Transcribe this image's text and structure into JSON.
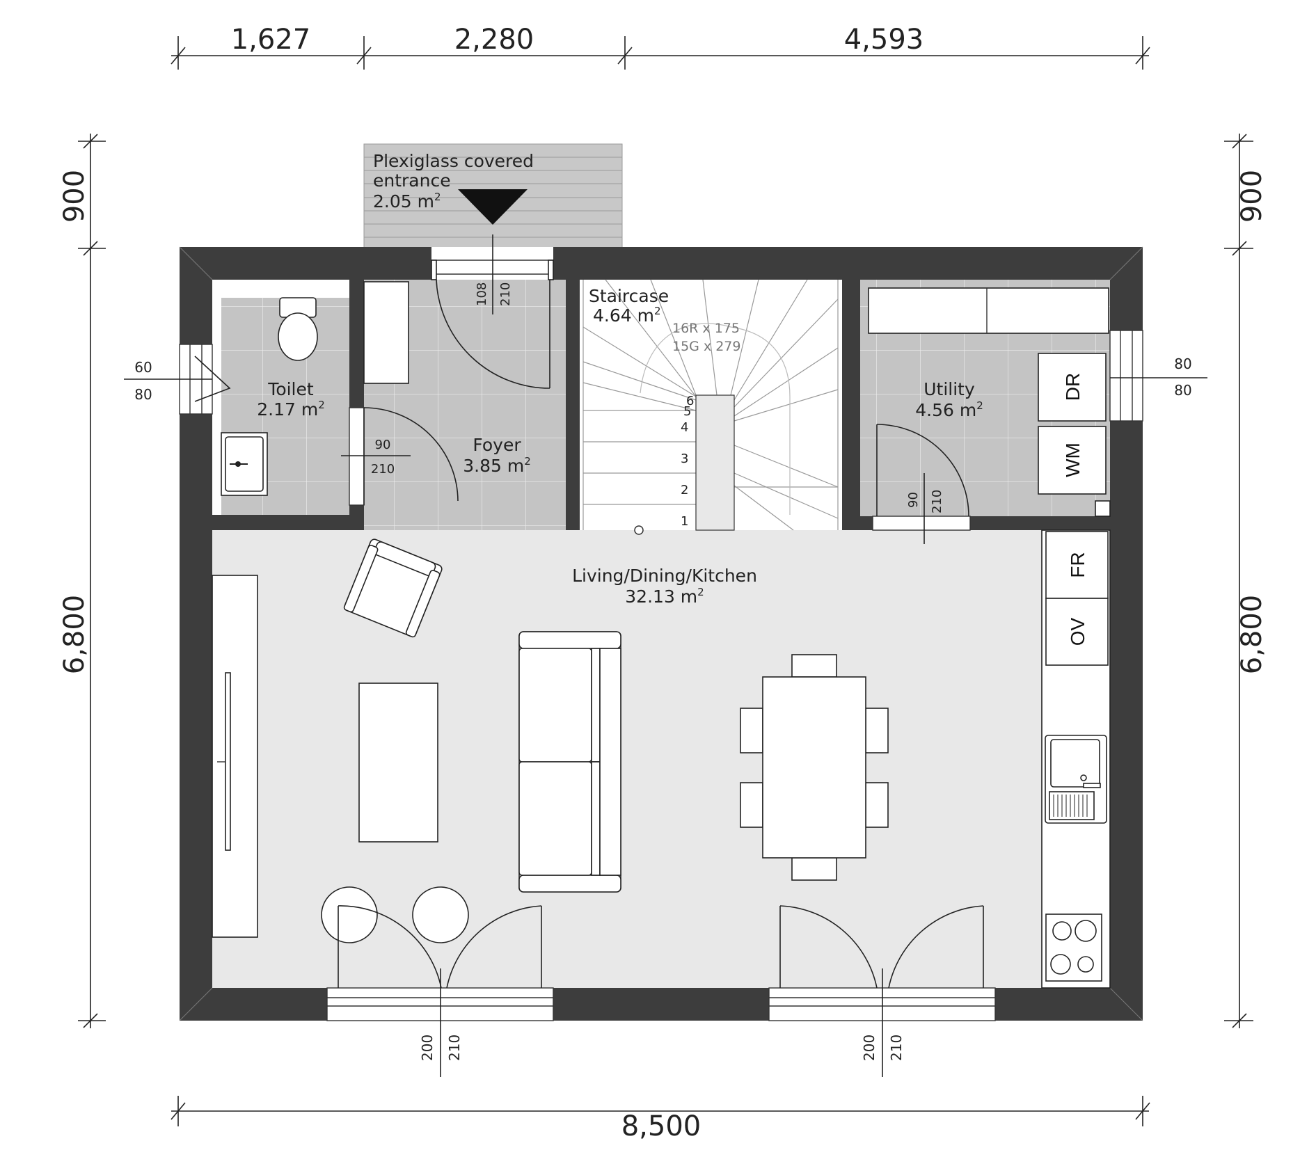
{
  "dimensions": {
    "top": [
      "1,627",
      "2,280",
      "4,593"
    ],
    "left": [
      "900",
      "6,800"
    ],
    "right": [
      "900",
      "6,800"
    ],
    "bottom": "8,500"
  },
  "rooms": {
    "entrance": {
      "name_line1": "Plexiglass covered",
      "name_line2": "entrance",
      "area": "2.05 m",
      "sup": "2"
    },
    "staircase": {
      "name": "Staircase",
      "area": "4.64 m",
      "sup": "2",
      "spec_risers": "16R x 175",
      "spec_goings": "15G x 279"
    },
    "toilet": {
      "name": "Toilet",
      "area": "2.17 m",
      "sup": "2"
    },
    "foyer": {
      "name": "Foyer",
      "area": "3.85 m",
      "sup": "2"
    },
    "utility": {
      "name": "Utility",
      "area": "4.56 m",
      "sup": "2"
    },
    "living": {
      "name": "Living/Dining/Kitchen",
      "area": "32.13 m",
      "sup": "2"
    }
  },
  "openings": {
    "entrance_door": {
      "w": "108",
      "h": "210"
    },
    "toilet_window": {
      "w": "60",
      "h": "80"
    },
    "toilet_door": {
      "w": "90",
      "h": "210"
    },
    "utility_window": {
      "w": "80",
      "h": "80"
    },
    "utility_door": {
      "w": "90",
      "h": "210"
    },
    "patio_door_left": {
      "w": "200",
      "h": "210"
    },
    "patio_door_right": {
      "w": "200",
      "h": "210"
    }
  },
  "stair_numbers": [
    "1",
    "2",
    "3",
    "4",
    "5",
    "6"
  ],
  "appliances": {
    "dryer": "DR",
    "washer": "WM",
    "fridge": "FR",
    "oven": "OV"
  }
}
